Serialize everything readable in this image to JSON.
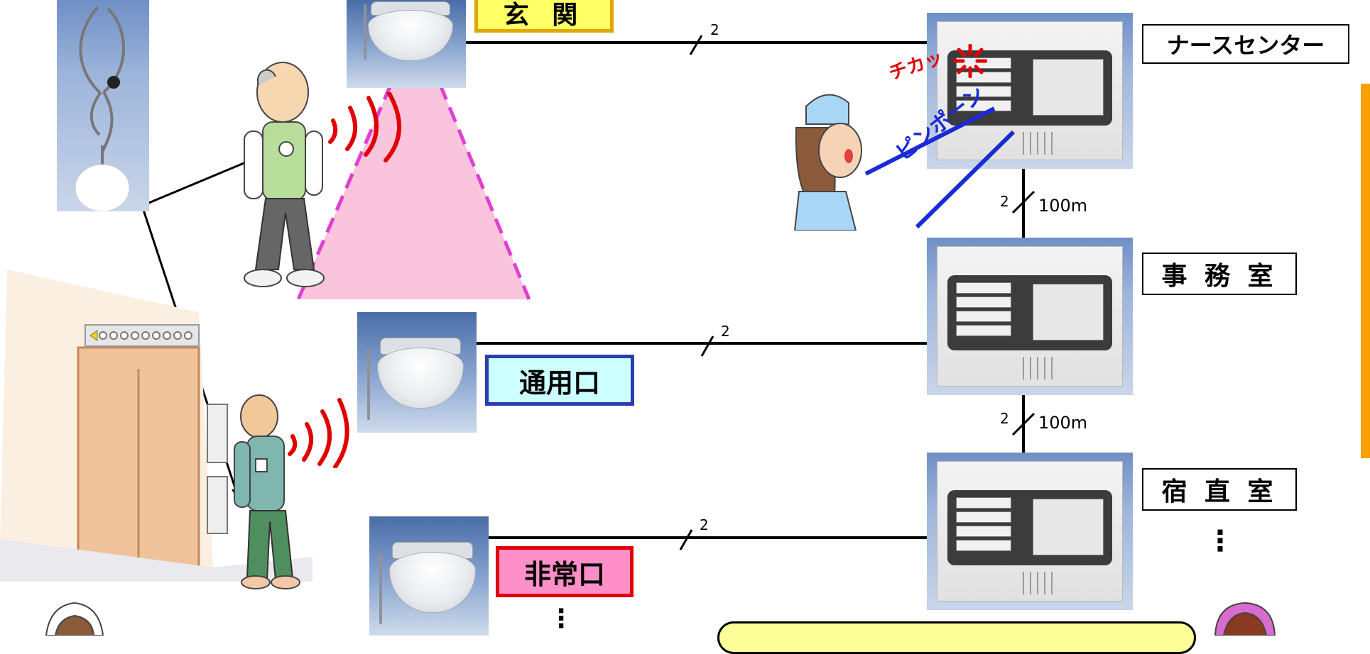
{
  "zones": {
    "entrance": "玄 関",
    "service_door": "通用口",
    "emergency_exit": "非常口",
    "more_zones": "⋮"
  },
  "rooms": {
    "nurse_center": "ナースセンター",
    "office": "事 務 室",
    "night_duty": "宿 直 室",
    "more_rooms": "⋮"
  },
  "wiring": {
    "cores": "2",
    "distance": "100m"
  },
  "sounds": {
    "flash": "チカッ",
    "chime": "ピンポーン"
  },
  "colors": {
    "entrance_fill": "#ffff66",
    "entrance_border": "#e0a800",
    "service_fill": "#ccffff",
    "service_border": "#2a3cae",
    "emergency_fill": "#ff8fc8",
    "emergency_border": "#e00000",
    "detection_fill": "#f9c4dc",
    "detection_edge": "#e040d0",
    "radio_wave": "#e00000",
    "chime_text": "#1a2bd6",
    "side_bar": "#f7a000",
    "note_fill": "#ffff99"
  }
}
